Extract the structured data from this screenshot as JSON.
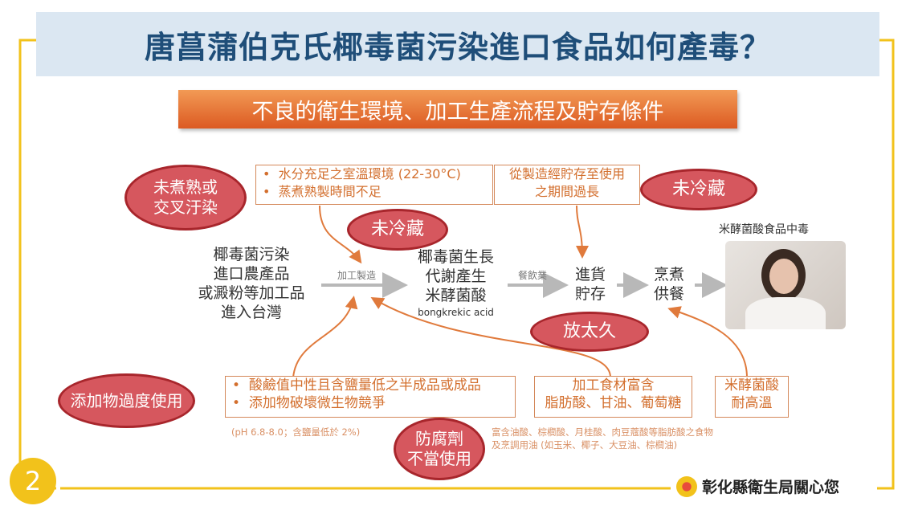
{
  "title": "唐菖蒲伯克氏椰毒菌污染進口食品如何產毒？",
  "subtitle": "不良的衛生環境、加工生產流程及貯存條件",
  "badges": {
    "undercooked": "未煮熟或\n交叉汙染",
    "no_fridge_1": "未冷藏",
    "no_fridge_2": "未冷藏",
    "too_long": "放太久",
    "additive_overuse": "添加物過度使用",
    "preservative_misuse": "防腐劑\n不當使用"
  },
  "boxes": {
    "conditions": [
      "水分充足之室溫環境 (22-30°C)",
      "蒸煮熟製時間不足"
    ],
    "storage_period": [
      "從製造經貯存至使用",
      "之期間過長"
    ],
    "ph_salt": [
      "酸鹼值中性且含鹽量低之半成品或成品",
      "添加物破壞微生物競爭"
    ],
    "fat_rich": [
      "加工食材富含",
      "脂肪酸、甘油、葡萄糖"
    ],
    "heat_resistant": [
      "米酵菌酸",
      "耐高溫"
    ]
  },
  "notes": {
    "ph_note": "(pH 6.8-8.0；含鹽量低於 2%)",
    "fat_note": [
      "富含油酸、棕櫚酸、月桂酸、肉豆蔻酸等脂肪酸之食物",
      "及烹調用油 (如玉米、椰子、大豆油、棕櫚油)"
    ]
  },
  "flow": {
    "source": [
      "椰毒菌污染",
      "進口農產品",
      "或澱粉等加工品",
      "進入台灣"
    ],
    "step1_label": "加工製造",
    "growth": [
      "椰毒菌生長",
      "代謝產生",
      "米酵菌酸"
    ],
    "growth_en": "bongkrekic acid",
    "step2_label": "餐飲業",
    "stock": [
      "進貨",
      "貯存"
    ],
    "cook": [
      "烹煮",
      "供餐"
    ],
    "result": "米酵菌酸食品中毒"
  },
  "page_number": "2",
  "footer": "彰化縣衛生局關心您",
  "colors": {
    "title_bg": "#dbe7f2",
    "title_text": "#1f4e79",
    "accent_orange": "#dc5a22",
    "badge_red": "#d6575e",
    "frame_yellow": "#f2c21b"
  }
}
